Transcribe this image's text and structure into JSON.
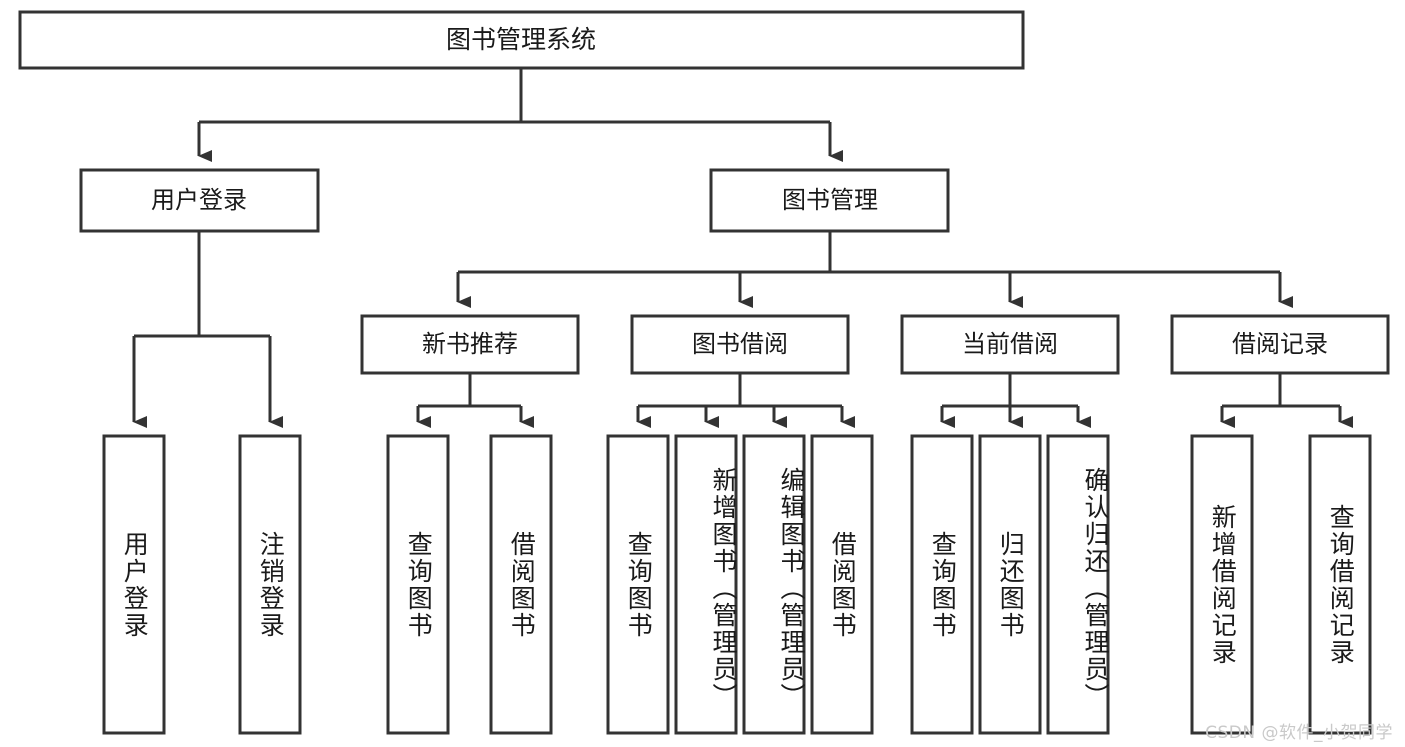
{
  "diagram": {
    "type": "tree-flowchart",
    "root": {
      "label": "图书管理系统"
    },
    "level2": [
      {
        "label": "用户登录"
      },
      {
        "label": "图书管理"
      }
    ],
    "level3": [
      {
        "label": "新书推荐"
      },
      {
        "label": "图书借阅"
      },
      {
        "label": "当前借阅"
      },
      {
        "label": "借阅记录"
      }
    ],
    "leaves": {
      "user_login": [
        {
          "label": "用户登录"
        },
        {
          "label": "注销登录"
        }
      ],
      "new_book_recommend": [
        {
          "label": "查询图书"
        },
        {
          "label": "借阅图书"
        }
      ],
      "book_borrow": [
        {
          "label": "查询图书"
        },
        {
          "label": "新增图书（管理员）"
        },
        {
          "label": "编辑图书（管理员）"
        },
        {
          "label": "借阅图书"
        }
      ],
      "current_borrow": [
        {
          "label": "查询图书"
        },
        {
          "label": "归还图书"
        },
        {
          "label": "确认归还（管理员）"
        }
      ],
      "borrow_record": [
        {
          "label": "新增借阅记录"
        },
        {
          "label": "查询借阅记录"
        }
      ]
    }
  },
  "watermark": {
    "text": "CSDN @软件_小贺同学"
  },
  "colors": {
    "stroke": "#333333",
    "fill": "#ffffff",
    "text": "#1a1a1a",
    "watermark": "#c9c9c9"
  }
}
